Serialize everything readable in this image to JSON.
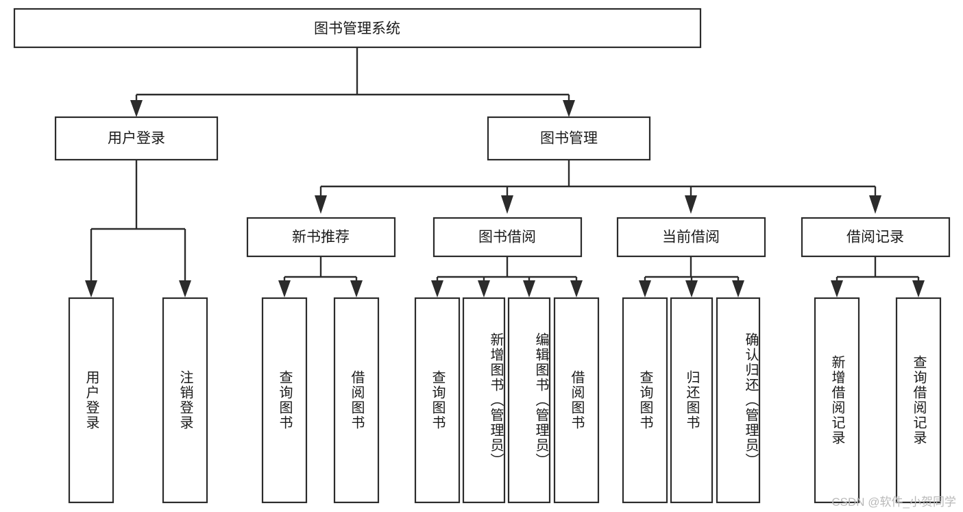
{
  "diagram": {
    "type": "tree-hierarchy-chart",
    "title": "图书管理系统",
    "watermark": "CSDN @软件_小贺同学",
    "colors": {
      "stroke": "#2b2b2b",
      "fill": "#ffffff",
      "text": "#1a1a1a",
      "watermark": "#b9b9b9",
      "background": "#ffffff"
    },
    "root": {
      "id": "root",
      "label": "图书管理系统",
      "orientation": "horizontal"
    },
    "level2": [
      {
        "id": "user-login",
        "label": "用户登录",
        "orientation": "horizontal"
      },
      {
        "id": "book-manage",
        "label": "图书管理",
        "orientation": "horizontal"
      }
    ],
    "level3": [
      {
        "id": "new-book-recommend",
        "label": "新书推荐",
        "orientation": "horizontal",
        "parent": "book-manage"
      },
      {
        "id": "book-borrow",
        "label": "图书借阅",
        "orientation": "horizontal",
        "parent": "book-manage"
      },
      {
        "id": "current-borrow",
        "label": "当前借阅",
        "orientation": "horizontal",
        "parent": "book-manage"
      },
      {
        "id": "borrow-record",
        "label": "借阅记录",
        "orientation": "horizontal",
        "parent": "book-manage"
      }
    ],
    "leaves": [
      {
        "id": "leaf-user-login",
        "label": "用户登录",
        "orientation": "vertical",
        "parent": "user-login"
      },
      {
        "id": "leaf-logout-login",
        "label": "注销登录",
        "orientation": "vertical",
        "parent": "user-login"
      },
      {
        "id": "leaf-query-book-1",
        "label": "查询图书",
        "orientation": "vertical",
        "parent": "new-book-recommend"
      },
      {
        "id": "leaf-borrow-book-1",
        "label": "借阅图书",
        "orientation": "vertical",
        "parent": "new-book-recommend"
      },
      {
        "id": "leaf-query-book-2",
        "label": "查询图书",
        "orientation": "vertical",
        "parent": "book-borrow"
      },
      {
        "id": "leaf-add-book-admin",
        "label": "新增图书（管理员）",
        "orientation": "vertical",
        "parent": "book-borrow"
      },
      {
        "id": "leaf-edit-book-admin",
        "label": "编辑图书（管理员）",
        "orientation": "vertical",
        "parent": "book-borrow"
      },
      {
        "id": "leaf-borrow-book-2",
        "label": "借阅图书",
        "orientation": "vertical",
        "parent": "book-borrow"
      },
      {
        "id": "leaf-query-book-3",
        "label": "查询图书",
        "orientation": "vertical",
        "parent": "current-borrow"
      },
      {
        "id": "leaf-return-book",
        "label": "归还图书",
        "orientation": "vertical",
        "parent": "current-borrow"
      },
      {
        "id": "leaf-confirm-return-admin",
        "label": "确认归还（管理员）",
        "orientation": "vertical",
        "parent": "current-borrow"
      },
      {
        "id": "leaf-add-borrow-record",
        "label": "新增借阅记录",
        "orientation": "vertical",
        "parent": "borrow-record"
      },
      {
        "id": "leaf-query-borrow-record",
        "label": "查询借阅记录",
        "orientation": "vertical",
        "parent": "borrow-record"
      }
    ]
  }
}
